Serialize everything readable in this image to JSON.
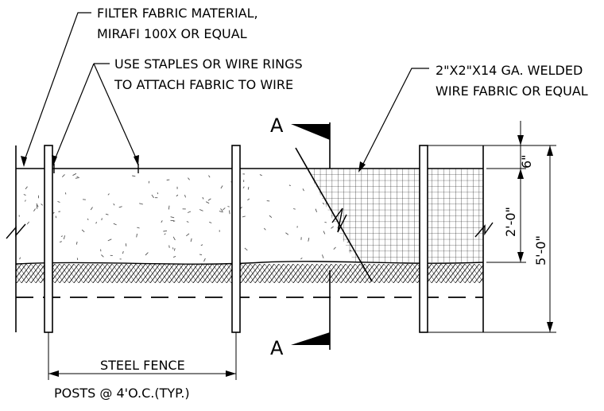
{
  "notes": {
    "filter_fabric": [
      "FILTER FABRIC MATERIAL,",
      "MIRAFI 100X OR EQUAL"
    ],
    "staples": [
      "USE STAPLES OR WIRE RINGS",
      "TO ATTACH FABRIC TO WIRE"
    ],
    "wire_fabric": [
      "2\"X2\"X14 GA. WELDED",
      "WIRE FABRIC OR EQUAL"
    ]
  },
  "section_marks": {
    "top": "A",
    "bottom": "A"
  },
  "dimensions": {
    "six_inch": "6\"",
    "two_foot": "2'-0\"",
    "five_foot": "5'-0\""
  },
  "post_spacing": {
    "label": "STEEL FENCE",
    "sub_label": "POSTS @ 4'O.C.(TYP.)"
  },
  "colors": {
    "line": "#000000",
    "background": "#ffffff",
    "speckle": "#555555"
  }
}
